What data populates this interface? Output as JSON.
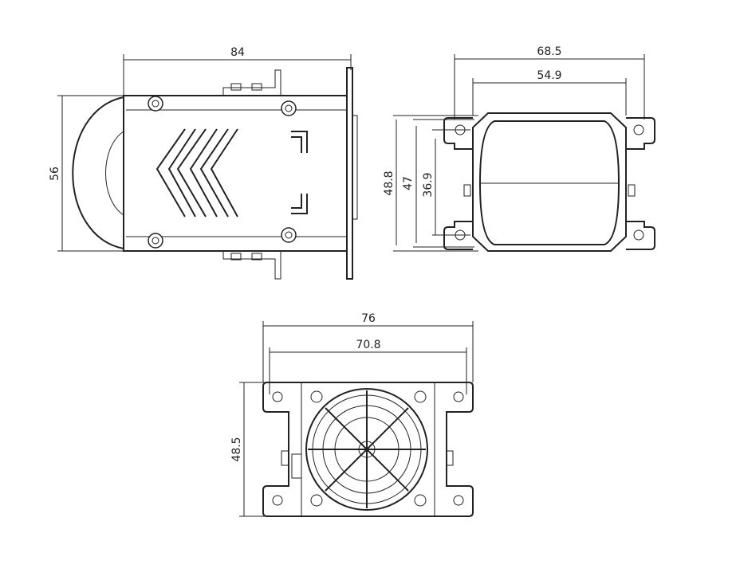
{
  "side_view": {
    "width_label": "84",
    "height_label": "56"
  },
  "front_view": {
    "outer_width_label": "68.5",
    "inner_width_label": "54.9",
    "height_outer_label": "48.8",
    "height_mid_label": "47",
    "height_inner_label": "36.9"
  },
  "rear_view": {
    "outer_width_label": "76",
    "inner_width_label": "70.8",
    "height_label": "48.5"
  }
}
